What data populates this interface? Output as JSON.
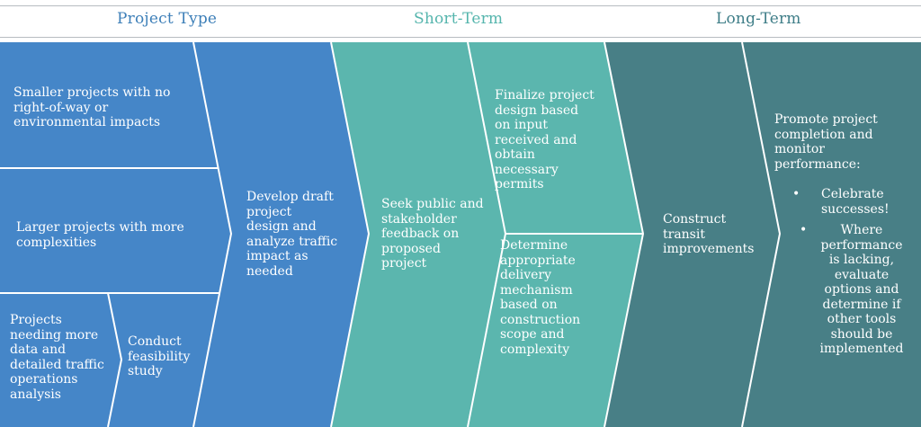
{
  "headers": {
    "project_type": "Project Type",
    "short_term": "Short-Term",
    "long_term": "Long-Term"
  },
  "colors": {
    "blue": "#4586c8",
    "teal_light": "#5bb6ae",
    "teal_dark": "#487f86",
    "separator": "#ffffff"
  },
  "project_types": {
    "smaller": "Smaller projects with no\nright-of-way or\nenvironmental impacts",
    "larger": "Larger projects with more\ncomplexities",
    "data_needs": "Projects\nneeding more\ndata and\ndetailed traffic\noperations\nanalysis",
    "feasibility": "Conduct\nfeasibility\nstudy"
  },
  "develop_draft": "Develop draft\nproject\ndesign and\nanalyze traffic\nimpact as\nneeded",
  "seek_public": "Seek public and\nstakeholder\nfeedback on\nproposed\nproject",
  "finalize": "Finalize project\ndesign based\non input\nreceived and\nobtain\nnecessary\npermits",
  "determine_delivery": "Determine\nappropriate\ndelivery\nmechanism\nbased on\nconstruction\nscope and\ncomplexity",
  "construct": "Construct\ntransit\nimprovements",
  "promote": {
    "intro": "Promote project\ncompletion and\nmonitor\nperformance:",
    "bullets": [
      "Celebrate\nsuccesses!",
      "Where\nperformance\nis lacking,\nevaluate\noptions and\ndetermine if\nother tools\nshould be\nimplemented"
    ],
    "bullet_symbol": "•"
  }
}
